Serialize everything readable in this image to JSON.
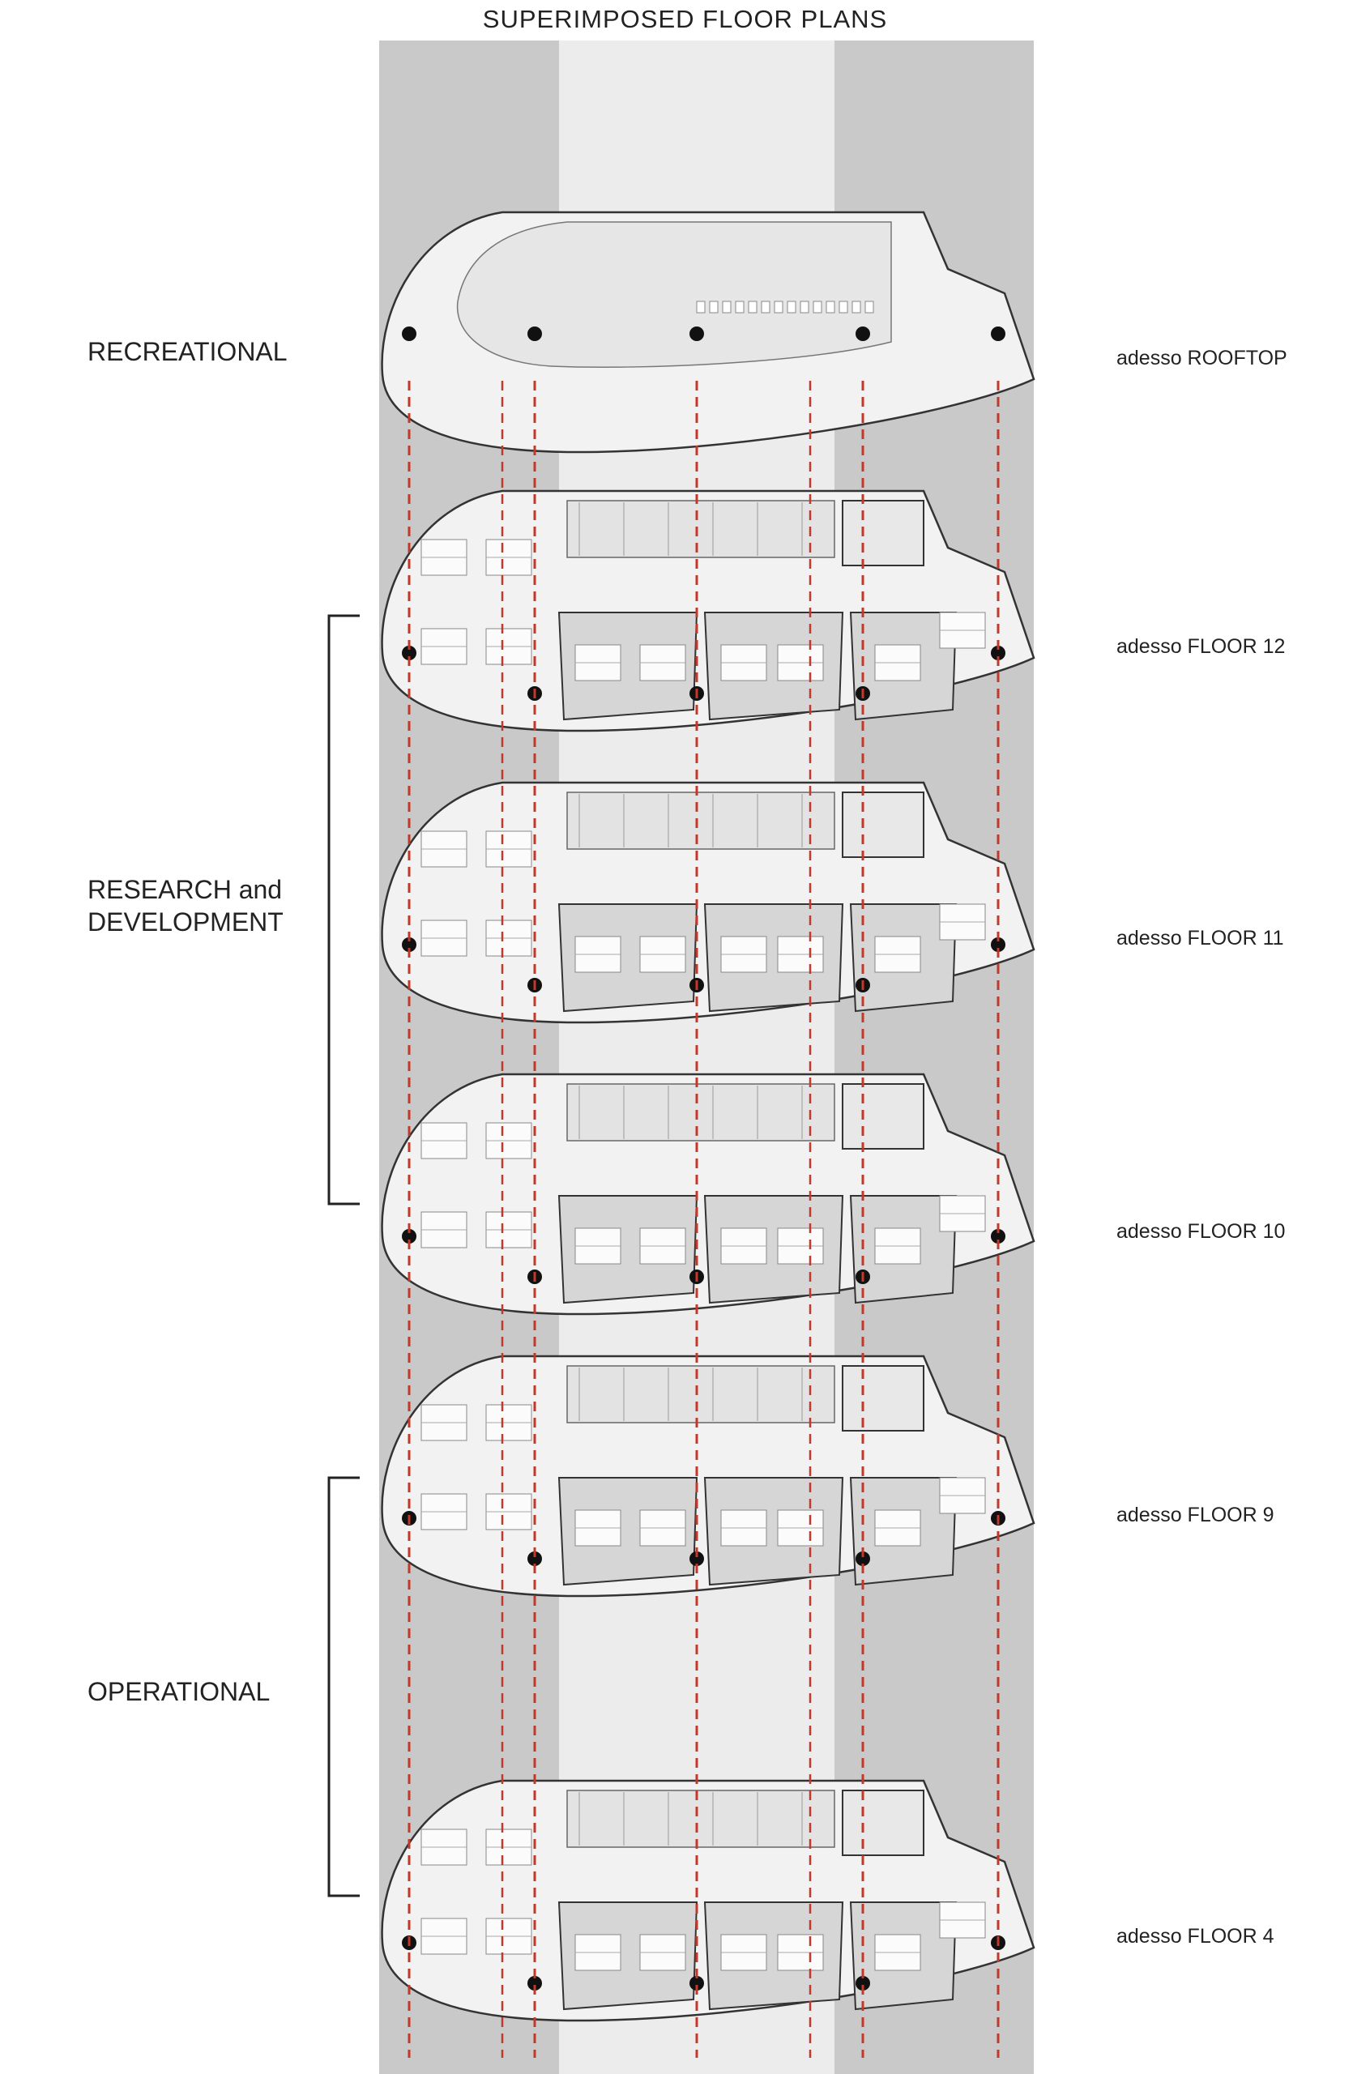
{
  "title": "SUPERIMPOSED FLOOR PLANS",
  "categories": [
    {
      "id": "recreational",
      "label": [
        "RECREATIONAL"
      ]
    },
    {
      "id": "research",
      "label": [
        "RESEARCH and",
        "DEVELOPMENT"
      ]
    },
    {
      "id": "operational",
      "label": [
        "OPERATIONAL"
      ]
    }
  ],
  "floors": [
    {
      "id": "rooftop",
      "label": "adesso ROOFTOP"
    },
    {
      "id": "floor12",
      "label": "adesso FLOOR 12"
    },
    {
      "id": "floor11",
      "label": "adesso FLOOR 11"
    },
    {
      "id": "floor10",
      "label": "adesso FLOOR 10"
    },
    {
      "id": "floor9",
      "label": "adesso FLOOR 9"
    },
    {
      "id": "floor4",
      "label": "adesso FLOOR 4"
    }
  ],
  "colors": {
    "outer_band": "#c9c9c9",
    "core_band": "#ececec",
    "slab": "#f2f2f2",
    "slab_outline": "#333333",
    "column": "#111111",
    "alignment_line": "#c0392b",
    "room_fill": "#d6d6d6"
  }
}
